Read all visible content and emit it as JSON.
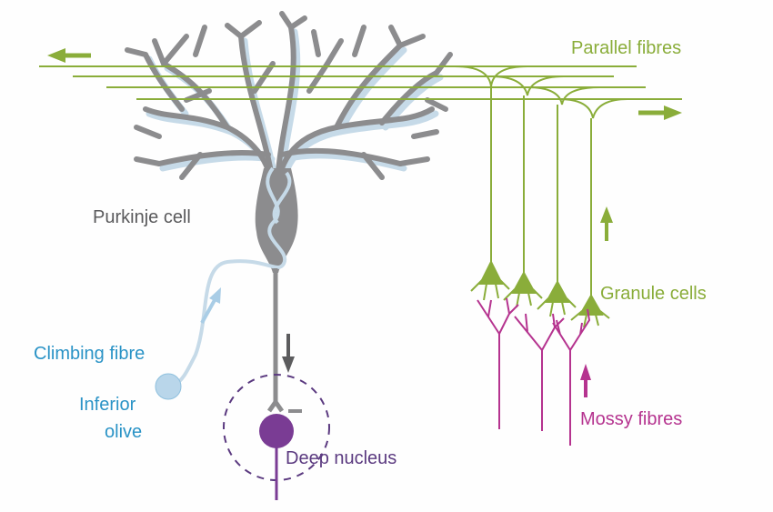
{
  "labels": {
    "parallel_fibres": "Parallel fibres",
    "purkinje_cell": "Purkinje cell",
    "climbing_fibre": "Climbing fibre",
    "inferior_olive_1": "Inferior",
    "inferior_olive_2": "olive",
    "granule_cells": "Granule cells",
    "mossy_fibres": "Mossy fibres",
    "deep_nucleus": "Deep nucleus",
    "inhibition_sign": "−"
  },
  "colors": {
    "parallel": "#8aad3a",
    "purkinje": "#8c8c8e",
    "purkinje_dark": "#666668",
    "shadow": "#c6dae8",
    "climbing": "#b9d6ea",
    "climbing_text": "#2a93c6",
    "mossy": "#b5338f",
    "deep": "#7a3c94",
    "deep_text": "#5b3a80",
    "purkinje_text": "#5a5a5c"
  }
}
